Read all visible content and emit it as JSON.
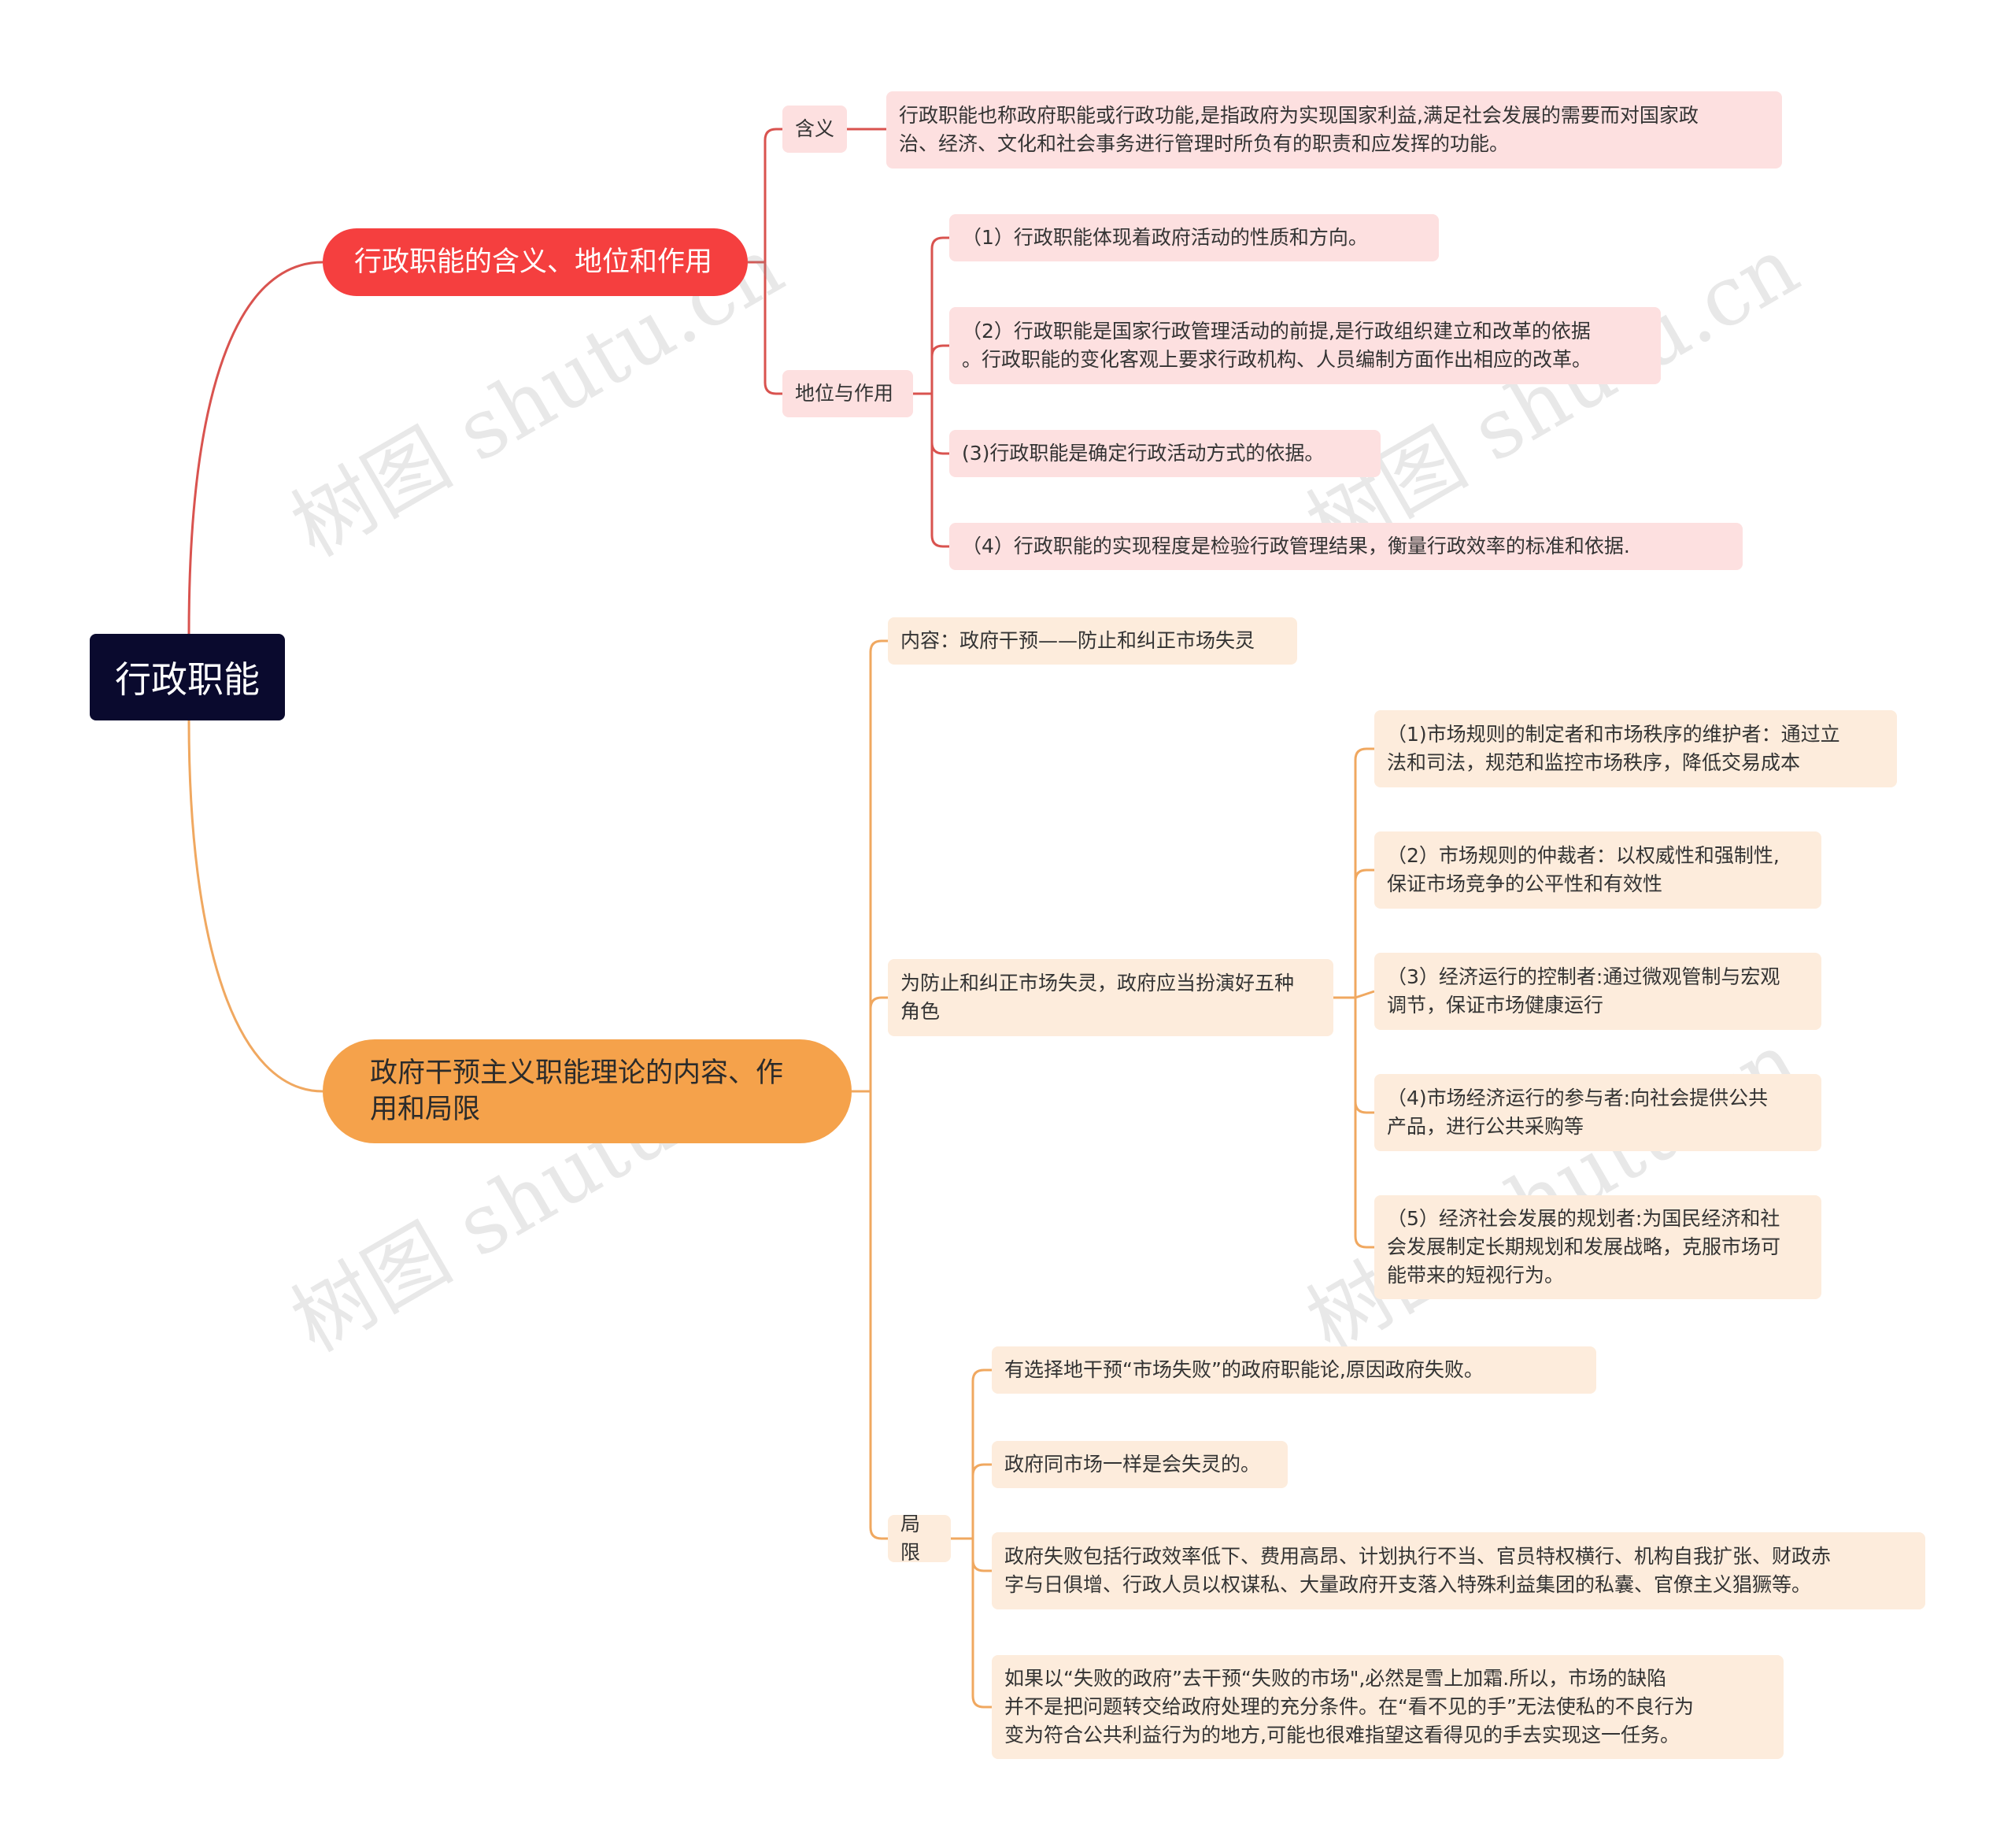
{
  "colors": {
    "root_bg": "#0a0a2e",
    "branch_red": "#f53f3f",
    "branch_orange": "#f5a24b",
    "link_red": "#d9534f",
    "link_orange": "#f0a860",
    "leaf_pink": "#fde0e0",
    "leaf_cream": "#fdecdc"
  },
  "root": {
    "label": "行政职能"
  },
  "branch1": {
    "label": "行政职能的含义、地位和作用",
    "meaning": {
      "label": "含义",
      "text": "行政职能也称政府职能或行政功能,是指政府为实现国家利益,满足社会发展的需要而对国家政\n治、经济、文化和社会事务进行管理时所负有的职责和应发挥的功能。"
    },
    "status": {
      "label": "地位与作用",
      "items": [
        "（1）行政职能体现着政府活动的性质和方向。",
        "（2）行政职能是国家行政管理活动的前提,是行政组织建立和改革的依据\n。行政职能的变化客观上要求行政机构、人员编制方面作出相应的改革。",
        "(3)行政职能是确定行政活动方式的依据。",
        "（4）行政职能的实现程度是检验行政管理结果，衡量行政效率的标准和依据."
      ]
    }
  },
  "branch2": {
    "label": "政府干预主义职能理论的内容、作\n用和局限",
    "content": "内容：政府干预——防止和纠正市场失灵",
    "roles": {
      "label": "为防止和纠正市场失灵，政府应当扮演好五种\n角色",
      "items": [
        "（1)市场规则的制定者和市场秩序的维护者：通过立\n法和司法，规范和监控市场秩序，降低交易成本",
        "（2）市场规则的仲裁者：以权威性和强制性,\n保证市场竞争的公平性和有效性",
        "（3）经济运行的控制者:通过微观管制与宏观\n调节，保证市场健康运行",
        "（4)市场经济运行的参与者:向社会提供公共\n产品，进行公共采购等",
        "（5）经济社会发展的规划者:为国民经济和社\n会发展制定长期规划和发展战略，克服市场可\n能带来的短视行为。"
      ]
    },
    "limits": {
      "label": "局限",
      "items": [
        "有选择地干预“市场失败”的政府职能论,原因政府失败。",
        "政府同市场一样是会失灵的。",
        "政府失败包括行政效率低下、费用高昂、计划执行不当、官员特权横行、机构自我扩张、财政赤\n字与日俱增、行政人员以权谋私、大量政府开支落入特殊利益集团的私囊、官僚主义猖獗等。",
        "如果以“失败的政府”去干预“失败的市场\",必然是雪上加霜.所以，市场的缺陷\n并不是把问题转交给政府处理的充分条件。在“看不见的手”无法使私的不良行为\n变为符合公共利益行为的地方,可能也很难指望这看得见的手去实现这一任务。"
      ]
    }
  },
  "watermark": "树图 shutu.cn"
}
